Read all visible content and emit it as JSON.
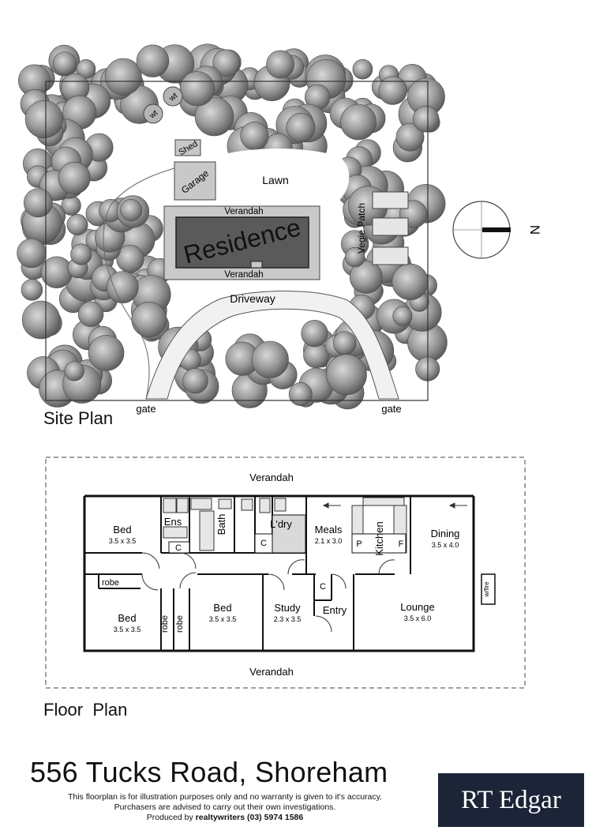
{
  "site_plan": {
    "caption": "Site Plan",
    "labels": {
      "lawn": "Lawn",
      "residence": "Residence",
      "verandah_top": "Verandah",
      "verandah_bottom": "Verandah",
      "driveway": "Driveway",
      "garage": "Garage",
      "shed": "Shed",
      "vegie_patch": "Vegie Patch",
      "wt_1": "wt",
      "wt_2": "wt",
      "gate_left": "gate",
      "gate_right": "gate",
      "north": "N"
    }
  },
  "floor_plan": {
    "caption": "Floor  Plan",
    "verandah_top": "Verandah",
    "verandah_bottom": "Verandah",
    "rooms": {
      "bed1": {
        "name": "Bed",
        "size": "3.5 x 3.5"
      },
      "bed2": {
        "name": "Bed",
        "size": "3.5 x 3.5"
      },
      "bed3": {
        "name": "Bed",
        "size": "3.5 x 3.5"
      },
      "study": {
        "name": "Study",
        "size": "2.3 x 3.5"
      },
      "meals": {
        "name": "Meals",
        "size": "2.1 x 3.0"
      },
      "dining": {
        "name": "Dining",
        "size": "3.5 x 4.0"
      },
      "lounge": {
        "name": "Lounge",
        "size": "3.5 x 6.0"
      },
      "ens": "Ens",
      "bath": "Bath",
      "ldry": "L'dry",
      "kitchen": "Kitchen",
      "entry": "Entry",
      "robe_top": "robe",
      "robe_v1": "robe",
      "robe_v2": "robe",
      "c1": "C",
      "c2": "C",
      "c3": "C",
      "p": "P",
      "f": "F",
      "wfire": "w/fire"
    }
  },
  "address": "556 Tucks Road, Shoreham",
  "disclaimer": {
    "line1": "This floorplan is for illustration purposes only and no warranty is given to it's accuracy.",
    "line2": "Purchasers are advised to carry out their own investigations.",
    "line3_prefix": "Produced by ",
    "line3_strong": "realtywriters (03) 5974 1586"
  },
  "logo": "RT Edgar"
}
